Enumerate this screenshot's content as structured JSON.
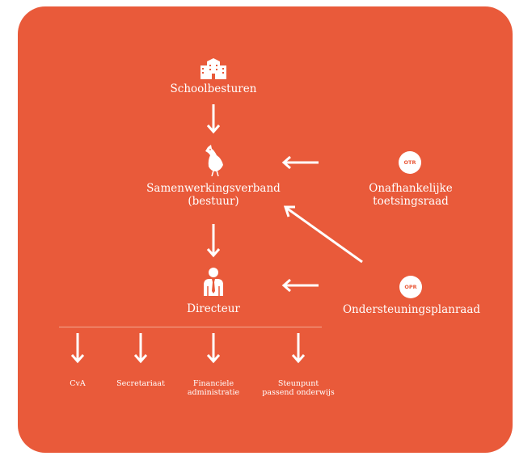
{
  "colors": {
    "background": "#e95a3a",
    "foreground": "#ffffff"
  },
  "icons": {
    "schoolbesturen": "school-buildings-icon",
    "samenwerkingsverband": "bird-icon",
    "directeur": "person-in-suit-icon"
  },
  "nodes": {
    "schoolbesturen": "Schoolbesturen",
    "samenwerkingsverband_line1": "Samenwerkingsverband",
    "samenwerkingsverband_line2": "(bestuur)",
    "directeur": "Directeur",
    "otr_badge": "OTR",
    "otr_line1": "Onafhankelijke",
    "otr_line2": "toetsingsraad",
    "opr_badge": "OPR",
    "opr": "Ondersteuningsplanraad"
  },
  "sub_nodes": [
    {
      "line1": "CvA",
      "line2": ""
    },
    {
      "line1": "Secretariaat",
      "line2": ""
    },
    {
      "line1": "Financiele",
      "line2": "administratie"
    },
    {
      "line1": "Steunpunt",
      "line2": "passend onderwijs"
    }
  ]
}
